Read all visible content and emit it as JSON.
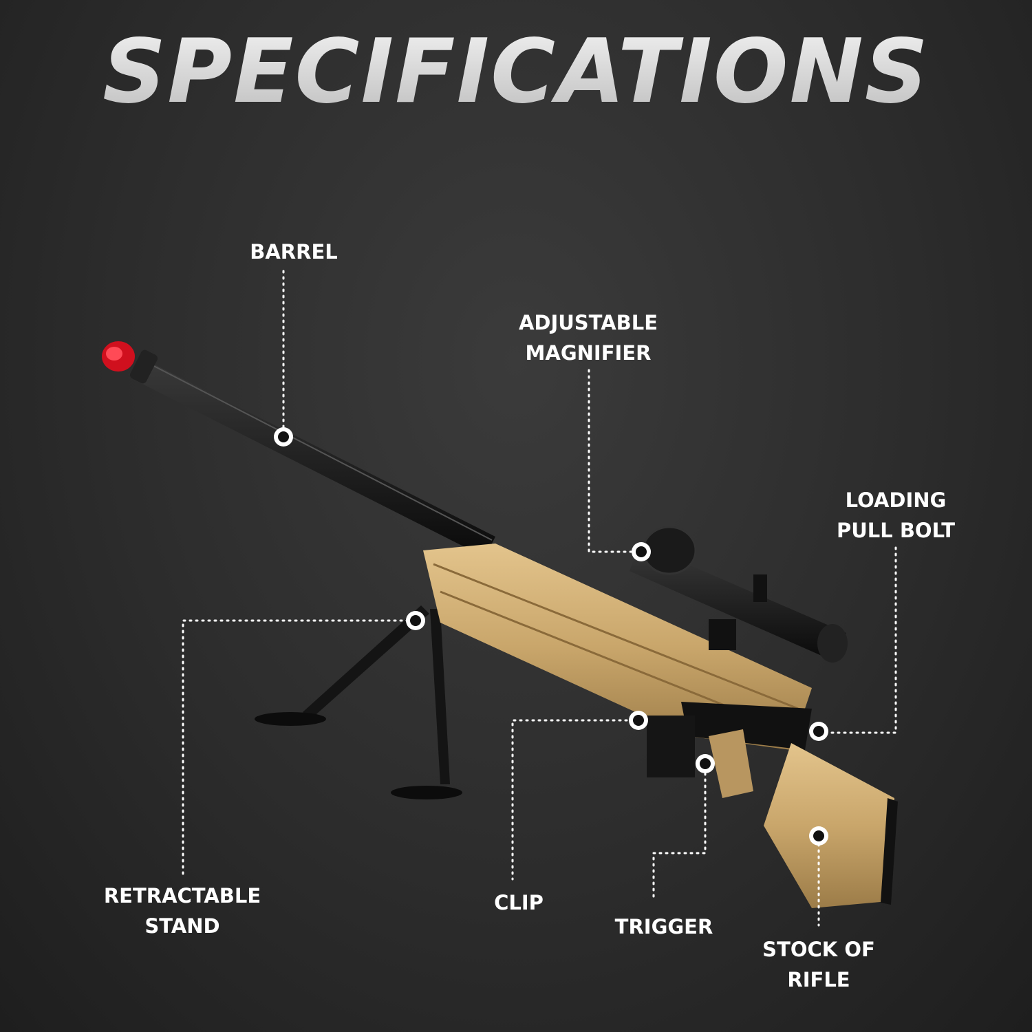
{
  "title": "SPECIFICATIONS",
  "labels": {
    "barrel": "BARREL",
    "magnifier_line1": "ADJUSTABLE",
    "magnifier_line2": "MAGNIFIER",
    "bolt_line1": "LOADING",
    "bolt_line2": "PULL BOLT",
    "stand_line1": "RETRACTABLE",
    "stand_line2": "STAND",
    "clip": "CLIP",
    "trigger": "TRIGGER",
    "stock_line1": "STOCK OF",
    "stock_line2": "RIFLE"
  },
  "colors": {
    "background": "#2c2c2c",
    "body_tan": "#c9a66b",
    "barrel_black": "#111111",
    "muzzle_red": "#d0101e",
    "label_white": "#ffffff"
  }
}
